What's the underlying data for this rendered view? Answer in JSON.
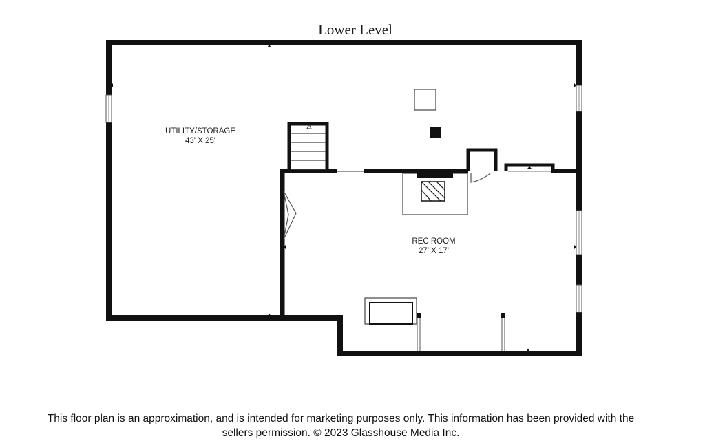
{
  "floor_plan": {
    "title": "Lower Level",
    "rooms": [
      {
        "name": "UTILITY/STORAGE",
        "dimensions": "43' X 25'"
      },
      {
        "name": "REC ROOM",
        "dimensions": "27' X 17'"
      }
    ]
  },
  "disclaimer": {
    "line1": "This floor plan is an approximation, and is intended for marketing purposes only. This information has been provided with the",
    "line2": "sellers permission. © 2023 Glasshouse Media Inc."
  }
}
